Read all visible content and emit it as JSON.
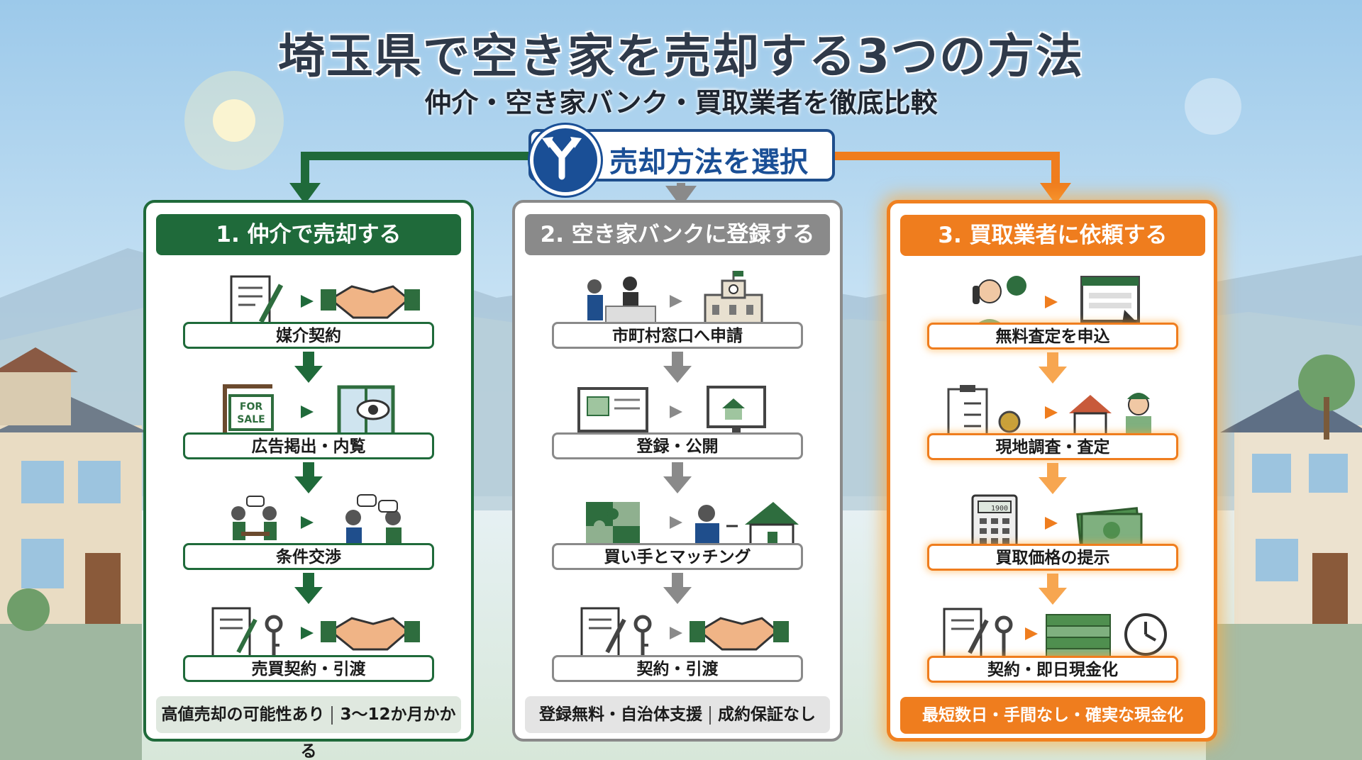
{
  "title": "埼玉県で空き家を売却する3つの方法",
  "subtitle": "仲介・空き家バンク・買取業者を徹底比較",
  "selector_label": "売却方法を選択",
  "colors": {
    "green": "#1f6a3a",
    "gray": "#8a8a8a",
    "orange": "#ef7d1e",
    "blue": "#1a4f96"
  },
  "methods": [
    {
      "header": "1. 仲介で売却する",
      "steps": [
        "媒介契約",
        "広告掲出・内覧",
        "条件交渉",
        "売買契約・引渡"
      ],
      "footer": [
        "高値売却の可能性あり",
        "3〜12か月かかる"
      ],
      "icons": [
        "contract-pen-icon",
        "handshake-icon",
        "for-sale-sign-icon",
        "window-eye-icon",
        "meeting-icon",
        "negotiation-icon",
        "contract-key-icon",
        "handshake-icon"
      ],
      "sign_text": [
        "FOR",
        "SALE"
      ]
    },
    {
      "header": "2. 空き家バンクに登録する",
      "steps": [
        "市町村窓口へ申請",
        "登録・公開",
        "買い手とマッチング",
        "契約・引渡"
      ],
      "footer": [
        "登録無料・自治体支援",
        "成約保証なし"
      ],
      "icons": [
        "counter-clerk-icon",
        "city-hall-icon",
        "bulletin-board-icon",
        "website-house-icon",
        "puzzle-icon",
        "buyer-house-icon",
        "contract-key-icon",
        "handshake-icon"
      ]
    },
    {
      "header": "3. 買取業者に依頼する",
      "steps": [
        "無料査定を申込",
        "現地調査・査定",
        "買取価格の提示",
        "契約・即日現金化"
      ],
      "footer": [
        "最短数日・手間なし・確実な現金化"
      ],
      "icons": [
        "phone-call-icon",
        "web-form-icon",
        "checklist-icon",
        "inspector-icon",
        "calculator-icon",
        "cash-icon",
        "contract-key-icon",
        "money-clock-icon"
      ],
      "calc_display": "1900"
    }
  ]
}
